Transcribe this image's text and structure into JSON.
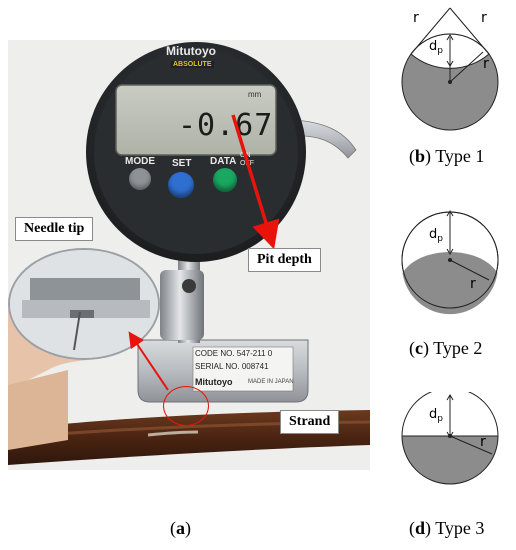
{
  "photo": {
    "brand": "Mitutoyo",
    "brand_sub": "ABSOLUTE",
    "display_value": "-0.67",
    "display_unit": "mm",
    "buttons": {
      "mode": "MODE",
      "set": "SET",
      "data": "DATA",
      "data_sub": "ON\nOFF"
    },
    "plate_code": "CODE NO. 547-211 0",
    "plate_serial": "SERIAL NO. 008741",
    "plate_brand": "Mitutoyo",
    "plate_made": "MADE IN JAPAN",
    "labels": {
      "needle_tip": "Needle tip",
      "pit_depth": "Pit depth",
      "strand": "Strand"
    },
    "colors": {
      "arrow": "#e8140c",
      "set_button": "#2f6fd0",
      "data_button": "#1aa760",
      "mode_button": "#8e9196"
    }
  },
  "diagrams": {
    "r_label": "r",
    "dp_label": "d",
    "dp_sub": "p",
    "fill_color": "#8c8c8c"
  },
  "captions": {
    "a": {
      "letter": "a"
    },
    "b": {
      "letter": "b",
      "text": "Type 1"
    },
    "c": {
      "letter": "c",
      "text": "Type 2"
    },
    "d": {
      "letter": "d",
      "text": "Type 3"
    }
  }
}
